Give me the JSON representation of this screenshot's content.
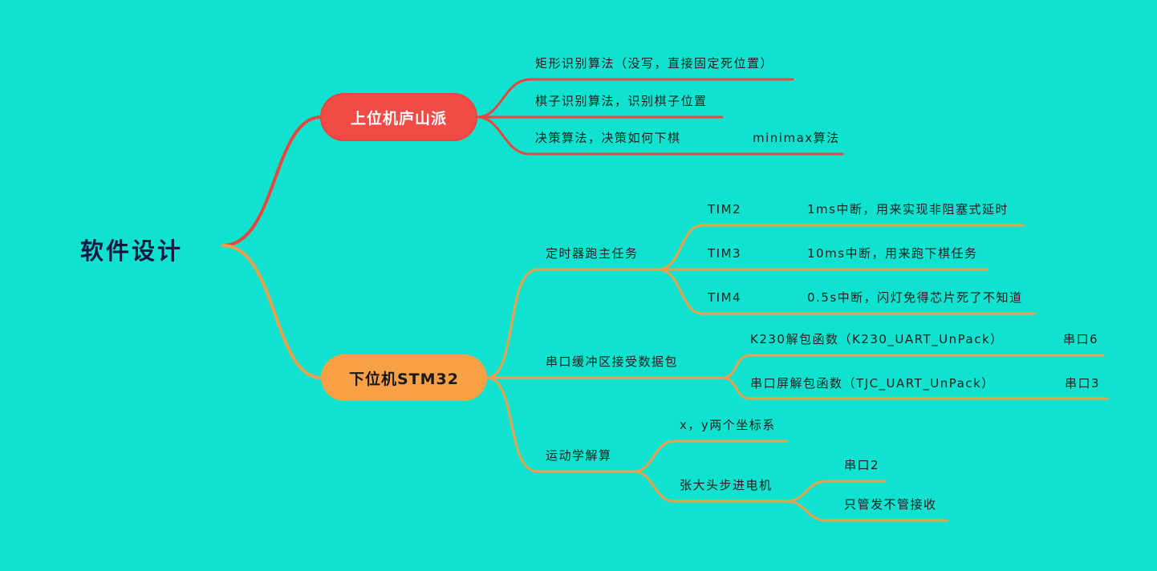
{
  "root": {
    "label": "软件设计"
  },
  "colors": {
    "background": "#0fe3cf",
    "branch_upper": "#e8463f",
    "branch_lower": "#eda04b"
  },
  "upper": {
    "title": "上位机庐山派",
    "items": [
      {
        "label": "矩形识别算法（没写，直接固定死位置）"
      },
      {
        "label": "棋子识别算法，识别棋子位置"
      },
      {
        "label": "决策算法，决策如何下棋",
        "detail": "minimax算法"
      }
    ]
  },
  "lower": {
    "title": "下位机STM32",
    "timer": {
      "label": "定时器跑主任务",
      "items": [
        {
          "name": "TIM2",
          "desc": "1ms中断，用来实现非阻塞式延时"
        },
        {
          "name": "TIM3",
          "desc": "10ms中断，用来跑下棋任务"
        },
        {
          "name": "TIM4",
          "desc": "0.5s中断，闪灯免得芯片死了不知道"
        }
      ]
    },
    "uart": {
      "label": "串口缓冲区接受数据包",
      "items": [
        {
          "func": "K230解包函数（K230_UART_UnPack）",
          "port": "串口6"
        },
        {
          "func": "串口屏解包函数（TJC_UART_UnPack）",
          "port": "串口3"
        }
      ]
    },
    "kinematics": {
      "label": "运动学解算",
      "coord": "x，y两个坐标系",
      "motor": {
        "label": "张大头步进电机",
        "items": [
          {
            "label": "串口2"
          },
          {
            "label": "只管发不管接收"
          }
        ]
      }
    }
  }
}
